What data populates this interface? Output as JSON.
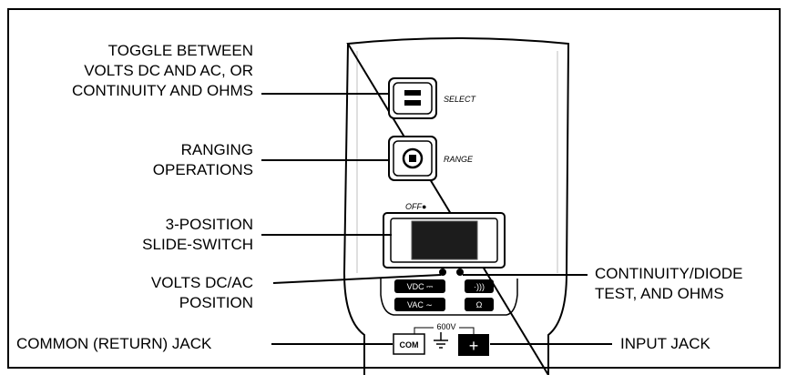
{
  "labels": {
    "toggle": [
      "TOGGLE BETWEEN",
      "VOLTS DC AND AC, OR",
      "CONTINUITY AND OHMS"
    ],
    "ranging": [
      "RANGING",
      "OPERATIONS"
    ],
    "slide": [
      "3-POSITION",
      "SLIDE-SWITCH"
    ],
    "volts_pos": [
      "VOLTS DC/AC",
      "POSITION"
    ],
    "continuity": [
      "CONTINUITY/DIODE",
      "TEST, AND OHMS"
    ],
    "common_jack": "COMMON (RETURN) JACK",
    "input_jack": "INPUT JACK"
  },
  "device": {
    "select_label": "SELECT",
    "range_label": "RANGE",
    "off_label": "OFF●",
    "vdc_label": "VDC ⎓",
    "vac_label": "VAC ∼",
    "continuity_symbol": "·)))",
    "ohm_symbol": "Ω",
    "com_label": "COM",
    "voltage_label": "600V",
    "ground_symbol": "⏚",
    "plus_symbol": "+"
  }
}
